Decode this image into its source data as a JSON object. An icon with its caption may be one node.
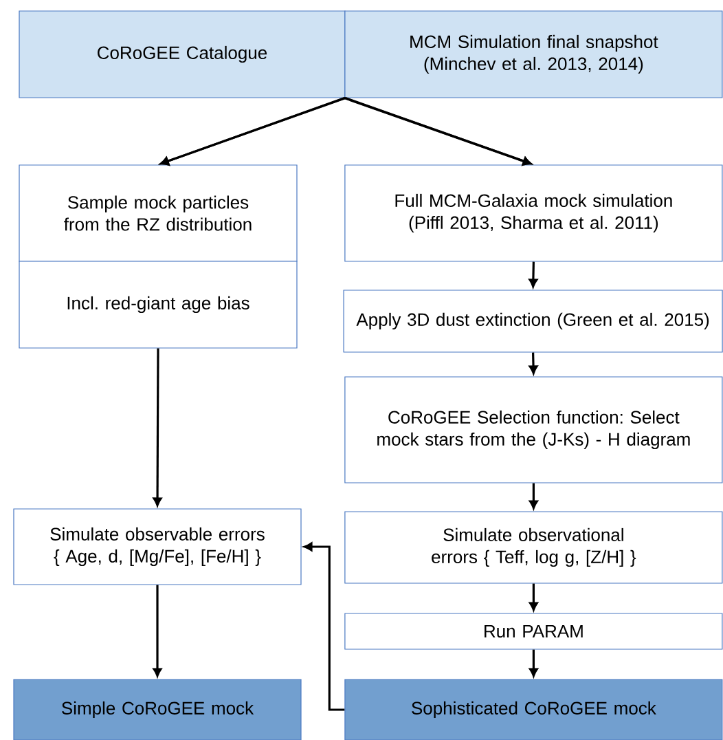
{
  "diagram": {
    "nodes": [
      {
        "text": [
          "CoRoGEE Catalogue"
        ]
      },
      {
        "text": [
          "MCM Simulation final snapshot (Minchev et al. 2013, 2014)"
        ]
      },
      {
        "text": [
          "Sample mock particles from the RZ distribution"
        ]
      },
      {
        "text": [
          "Full MCM-Galaxia mock simulation (Piffl 2013, Sharma et al. 2011)"
        ]
      },
      {
        "text": [
          "Incl. red-giant age bias"
        ]
      },
      {
        "text": [
          "Apply 3D dust extinction (Green et al. 2015)"
        ]
      },
      {
        "text": [
          "CoRoGEE Selection function: Select mock stars from the (J-Ks) - H diagram"
        ]
      },
      {
        "text": [
          "Simulate observable errors { Age, d, [Mg/Fe], [Fe/H] }"
        ]
      },
      {
        "text": [
          "Simulate observational errors { Teff, log g, [Z/H] }"
        ]
      },
      {
        "text": [
          "Run PARAM"
        ]
      },
      {
        "text": [
          "Simple CoRoGEE mock"
        ]
      },
      {
        "text": [
          "Sophisticated CoRoGEE mock"
        ]
      }
    ],
    "edges": [
      {
        "from": 0,
        "to": 2,
        "arrow": "to"
      },
      {
        "from": 0,
        "to": 3,
        "arrow": "to"
      },
      {
        "from": 1,
        "to": 2,
        "arrow": "to"
      },
      {
        "from": 1,
        "to": 3,
        "arrow": "to"
      },
      {
        "from": 4,
        "to": 7,
        "arrow": "to"
      },
      {
        "from": 7,
        "to": 10,
        "arrow": "to"
      },
      {
        "from": 3,
        "to": 5,
        "arrow": "to"
      },
      {
        "from": 5,
        "to": 6,
        "arrow": "to"
      },
      {
        "from": 6,
        "to": 8,
        "arrow": "to"
      },
      {
        "from": 8,
        "to": 9,
        "arrow": "to"
      },
      {
        "from": 9,
        "to": 11,
        "arrow": "to"
      },
      {
        "from": 11,
        "to": 7,
        "arrow": "to"
      }
    ]
  }
}
